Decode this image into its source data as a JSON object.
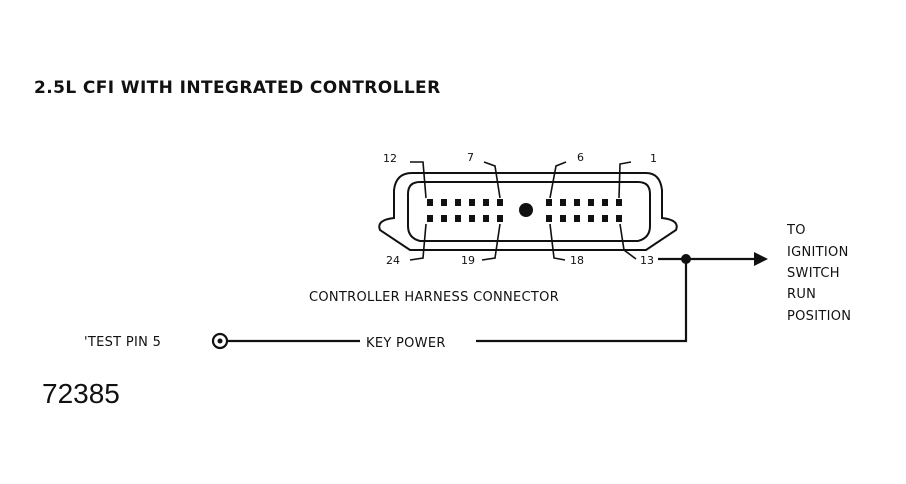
{
  "title": "2.5L CFI WITH INTEGRATED CONTROLLER",
  "connector": {
    "label": "CONTROLLER HARNESS CONNECTOR",
    "pin_top_left": "12",
    "pin_top_mid_left": "7",
    "pin_top_mid_right": "6",
    "pin_top_right": "1",
    "pin_bottom_left": "24",
    "pin_bottom_mid_left": "19",
    "pin_bottom_mid_right": "18",
    "pin_bottom_right": "13"
  },
  "test_pin_label": "'TEST PIN 5",
  "key_power_label": "KEY POWER",
  "destination": {
    "line1": "TO",
    "line2": "IGNITION",
    "line3": "SWITCH",
    "line4": "RUN",
    "line5": "POSITION"
  },
  "figure_number": "72385"
}
